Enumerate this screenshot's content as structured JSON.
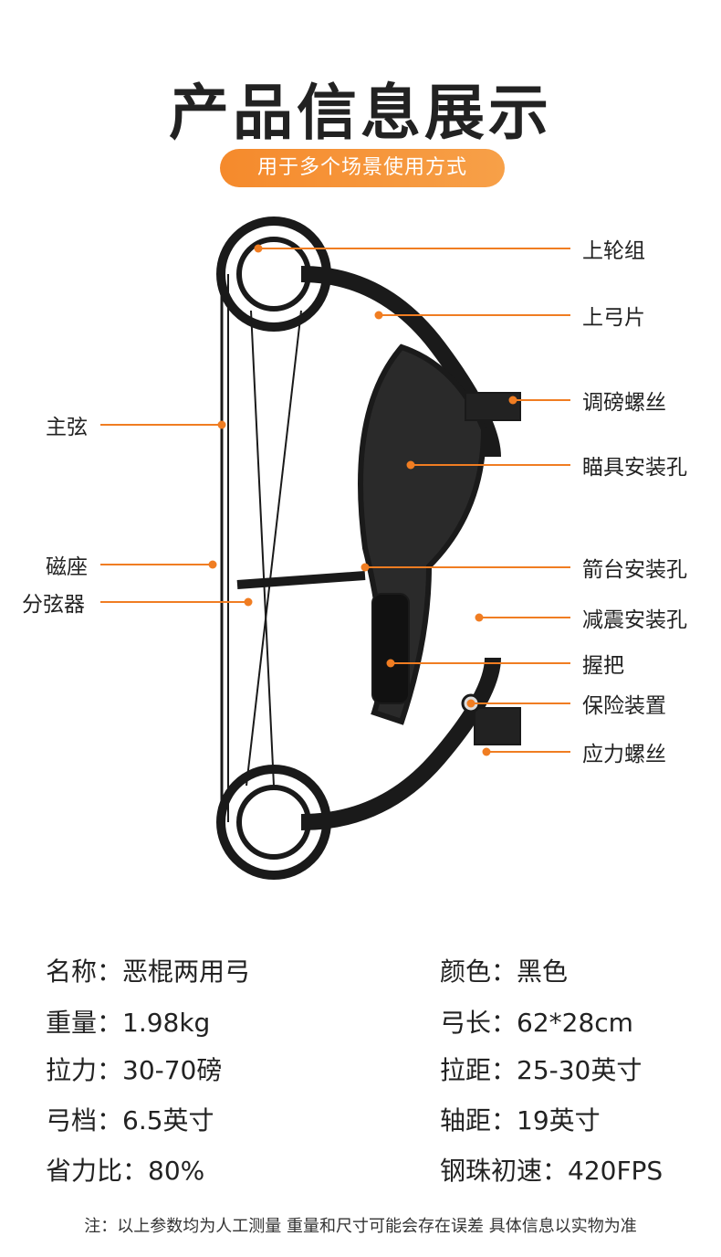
{
  "header": {
    "title": "产品信息展示",
    "subtitle": "用于多个场景使用方式"
  },
  "colors": {
    "accent": "#f07d22",
    "pill": "#f58a2c",
    "text": "#222222"
  },
  "callouts_right": [
    "上轮组",
    "上弓片",
    "调磅螺丝",
    "瞄具安装孔",
    "箭台安装孔",
    "减震安装孔",
    "握把",
    "保险装置",
    "应力螺丝"
  ],
  "callouts_left": [
    "主弦",
    "磁座",
    "分弦器"
  ],
  "specs_left": [
    "名称：恶棍两用弓",
    "重量：1.98kg",
    "拉力：30-70磅",
    "弓档：6.5英寸",
    "省力比：80%"
  ],
  "specs_right": [
    "颜色：黑色",
    "弓长：62*28cm",
    "拉距：25-30英寸",
    "轴距：19英寸",
    "钢珠初速：420FPS"
  ],
  "note": "注：以上参数均为人工测量 重量和尺寸可能会存在误差 具体信息以实物为准"
}
